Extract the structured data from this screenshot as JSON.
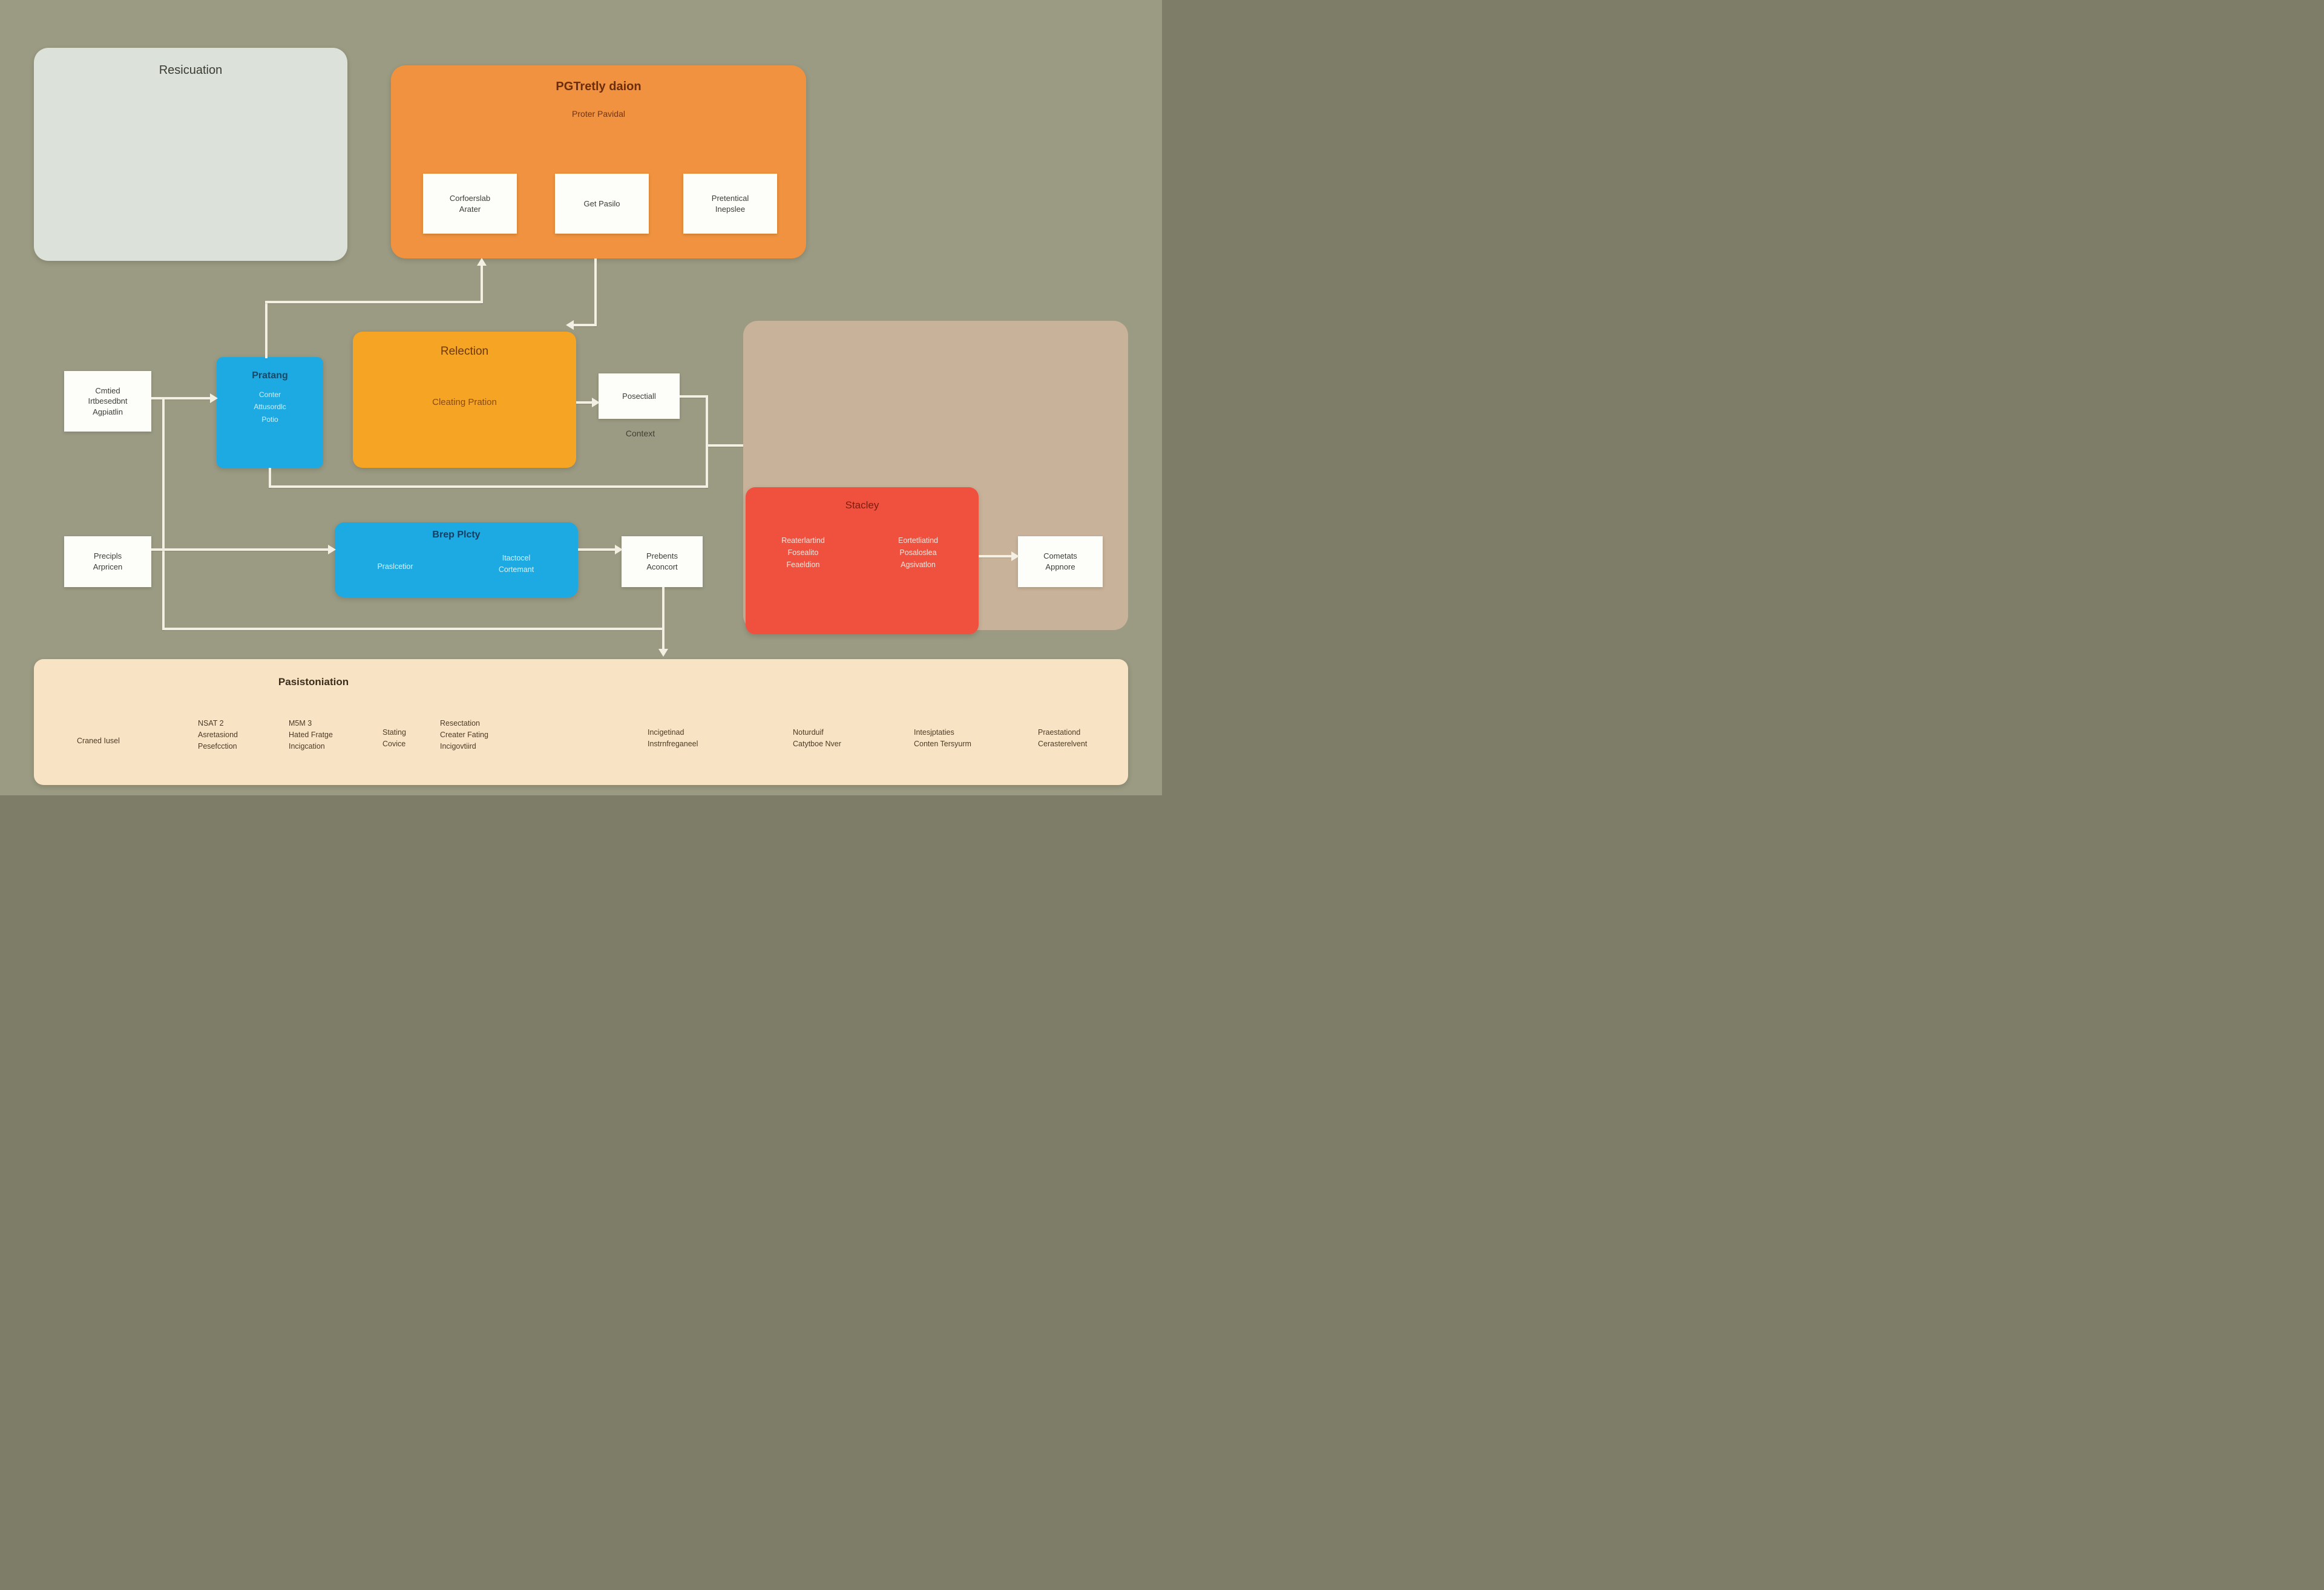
{
  "colors": {
    "background": "#9b9b83",
    "gray_panel": "#dce2d9",
    "orange_panel": "#f0923f",
    "gold_panel": "#f5a424",
    "tan_panel": "#c8b29a",
    "blue_panel": "#1da9e1",
    "red_panel": "#f0513f",
    "cream_panel": "#f8e3c5",
    "connector": "#f3efe2"
  },
  "resicuation": {
    "title": "Resicuation"
  },
  "process": {
    "title": "PGTretly daion",
    "subtitle": "Proter Pavidal",
    "steps": [
      {
        "line1": "Corfoerslab",
        "line2": "Arater"
      },
      {
        "line1": "Get Pasilo",
        "line2": ""
      },
      {
        "line1": "Pretentical",
        "line2": "Inepslee"
      }
    ]
  },
  "cmtied": {
    "line1": "Cmtied",
    "line2": "Irtbesedbnt",
    "line3": "Agpiatlin"
  },
  "pratang": {
    "title": "Pratang",
    "line1": "Conter",
    "line2": "Attusordlc",
    "line3": "Potio"
  },
  "relection": {
    "title": "Relection",
    "body": "Cleating Pration"
  },
  "posectiall": {
    "label": "Posectiall"
  },
  "context_label": "Context",
  "precipls": {
    "line1": "Precipls",
    "line2": "Arpricen"
  },
  "brep": {
    "title": "Brep Plcty",
    "left": "Praslcetior",
    "right1": "Itactocel",
    "right2": "Cortemant"
  },
  "prebents": {
    "line1": "Prebents",
    "line2": "Aconcort"
  },
  "stacley": {
    "title": "Stacley",
    "left": [
      "Reaterlartind",
      "Fosealito",
      "Feaeldion"
    ],
    "right": [
      "Eortetliatind",
      "Posaloslea",
      "Agsivatlon"
    ]
  },
  "cometats": {
    "line1": "Cometats",
    "line2": "Appnore"
  },
  "bottom_bar": {
    "title": "Pasistoniation",
    "items": [
      {
        "lines": [
          "Craned Iusel"
        ]
      },
      {
        "lines": [
          "NSAT 2",
          "Asretasiond",
          "Pesefcction"
        ]
      },
      {
        "lines": [
          "M5M 3",
          "Hated Fratge",
          "Incigcation"
        ]
      },
      {
        "lines": [
          "Stating",
          "Covice"
        ]
      },
      {
        "lines": [
          "Resectation",
          "Creater Fating",
          "Incigovtiird"
        ]
      },
      {
        "lines": [
          "Incigetinad",
          "Instrnfreganeel"
        ]
      },
      {
        "lines": [
          "Noturduif",
          "Catytboe Nver"
        ]
      },
      {
        "lines": [
          "Intesjptaties",
          "Conten Tersyurm"
        ]
      },
      {
        "lines": [
          "Praestationd",
          "Cerasterelvent"
        ]
      }
    ]
  }
}
